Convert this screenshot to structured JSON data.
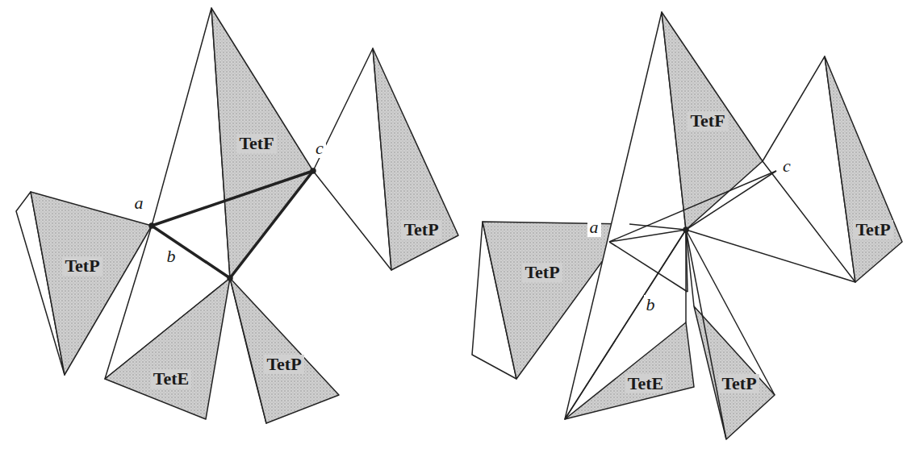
{
  "diagram": {
    "labels": [
      "a",
      "b",
      "c",
      "TetF",
      "TetP",
      "TetE",
      "TetP",
      "TetP",
      "a",
      "b",
      "c",
      "TetF",
      "TetP",
      "TetE",
      "TetP",
      "TetP"
    ]
  }
}
